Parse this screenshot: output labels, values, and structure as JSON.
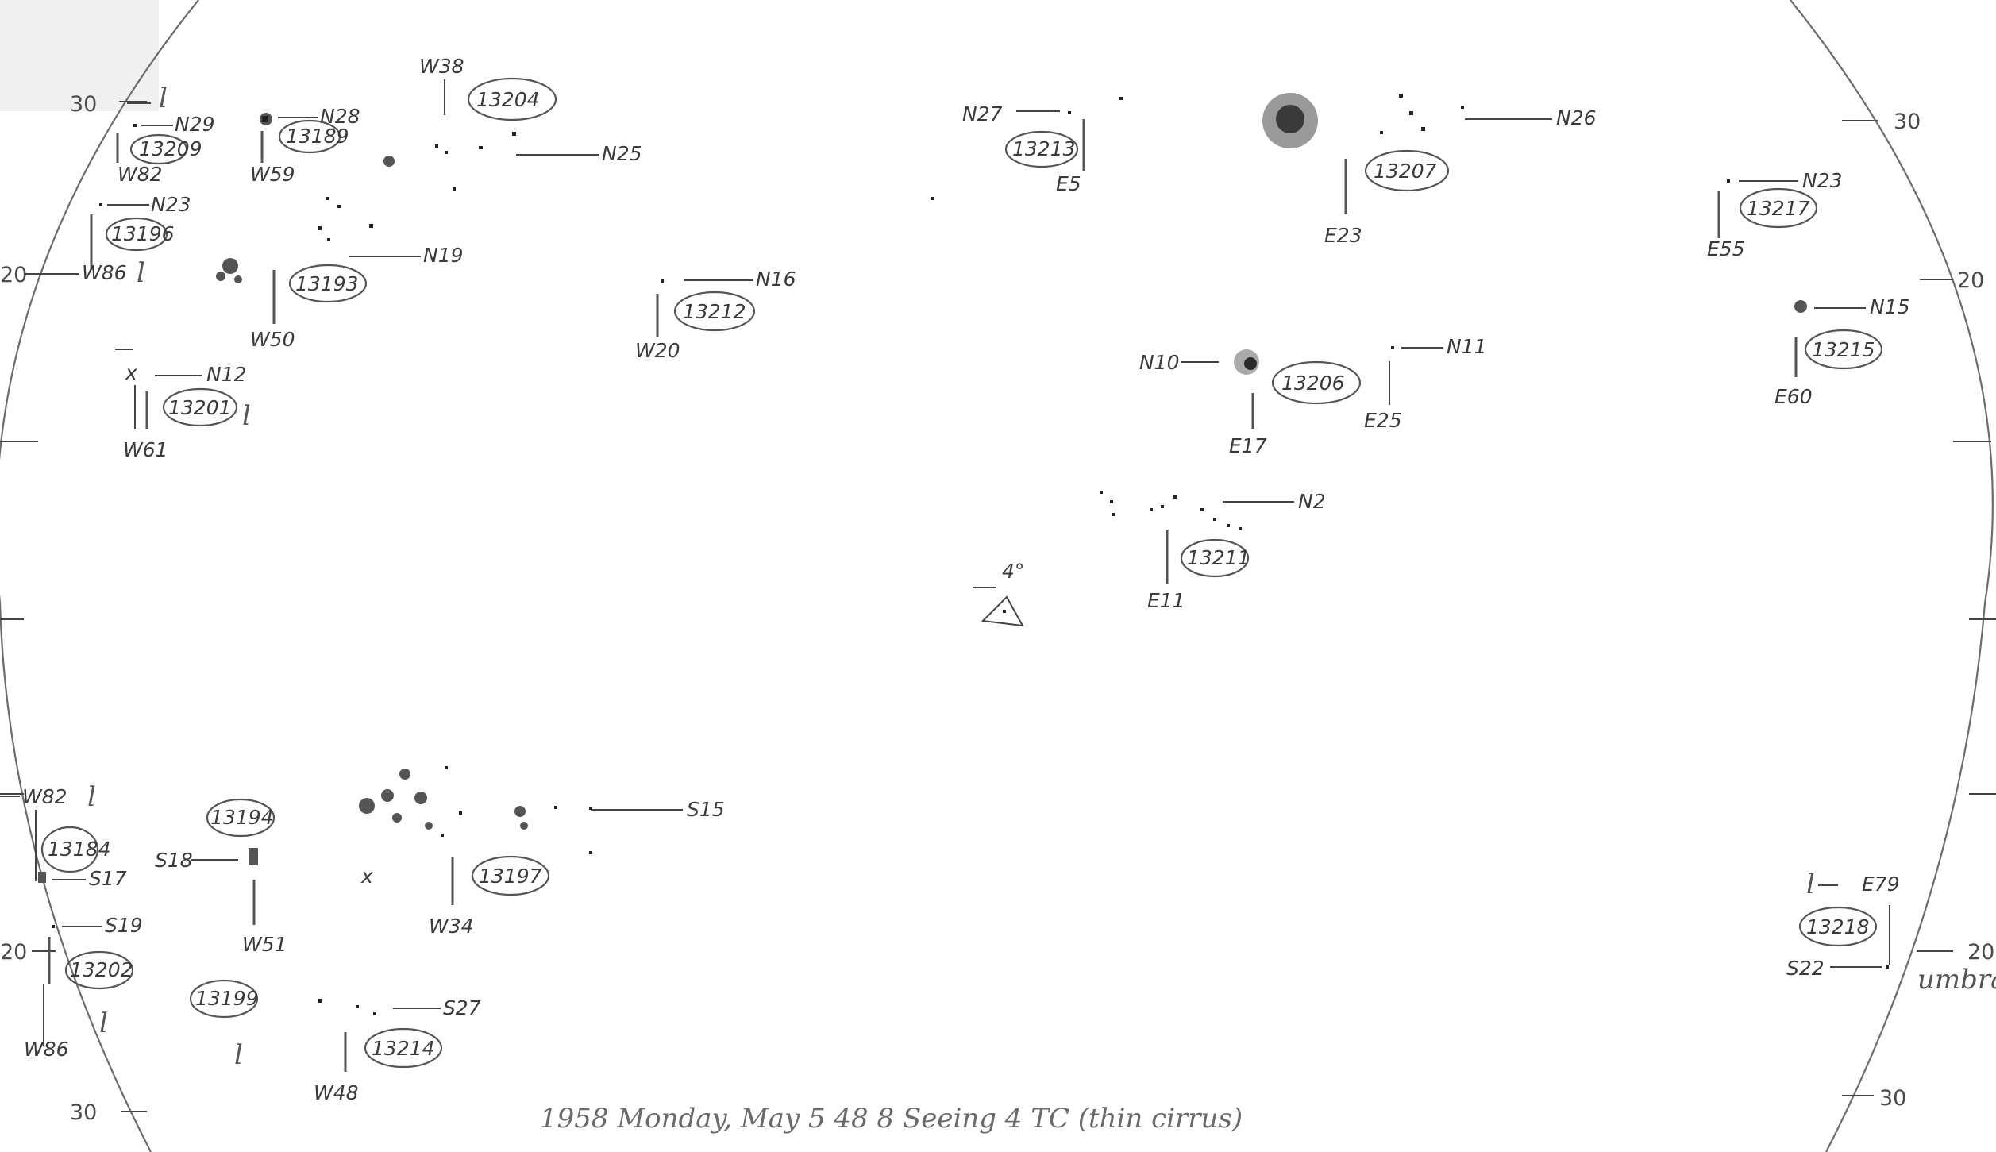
{
  "caption": "1958 Monday, May 5 48 8 Seeing 4 TC (thin cirrus)",
  "edge_ticks": {
    "top_left": "30",
    "top_right": "30",
    "bottom_left": "30",
    "bottom_right": "30",
    "left_upper": "20",
    "left_lower": "20",
    "right_upper": "20",
    "right_lower": "20"
  },
  "side_note": "umbra returns",
  "orientation_mark": "4°",
  "groups": [
    {
      "number": "13209",
      "lat": "N29",
      "lon": "W82"
    },
    {
      "number": "13189",
      "lat": "N28",
      "lon": "W59"
    },
    {
      "number": "13204",
      "lat": "N25",
      "lon": "W38"
    },
    {
      "number": "13196",
      "lat": "N23",
      "lon": "W86"
    },
    {
      "number": "13193",
      "lat": "N19",
      "lon": "W50"
    },
    {
      "number": "13212",
      "lat": "N16",
      "lon": "W20"
    },
    {
      "number": "13201",
      "lat": "N12",
      "lon": "W61"
    },
    {
      "number": "13213",
      "lat": "N27",
      "lon": "E5"
    },
    {
      "number": "13207",
      "lat": "N26",
      "lon": "E23"
    },
    {
      "number": "13217",
      "lat": "N23",
      "lon": "E55"
    },
    {
      "number": "13215",
      "lat": "N15",
      "lon": "E60"
    },
    {
      "number": "13206",
      "lat": "N10",
      "lon": "E17"
    },
    {
      "number": "",
      "lat": "N11",
      "lon": "E25"
    },
    {
      "number": "13211",
      "lat": "N2",
      "lon": "E11"
    },
    {
      "number": "13184",
      "lat": "S17",
      "lon": "W82"
    },
    {
      "number": "13194",
      "lat": "S18",
      "lon": "W51"
    },
    {
      "number": "13197",
      "lat": "S15",
      "lon": "W34"
    },
    {
      "number": "13202",
      "lat": "S19",
      "lon": "W86"
    },
    {
      "number": "13199",
      "lat": "",
      "lon": ""
    },
    {
      "number": "13214",
      "lat": "S27",
      "lon": "W48"
    },
    {
      "number": "13218",
      "lat": "S22",
      "lon": "E79"
    }
  ]
}
